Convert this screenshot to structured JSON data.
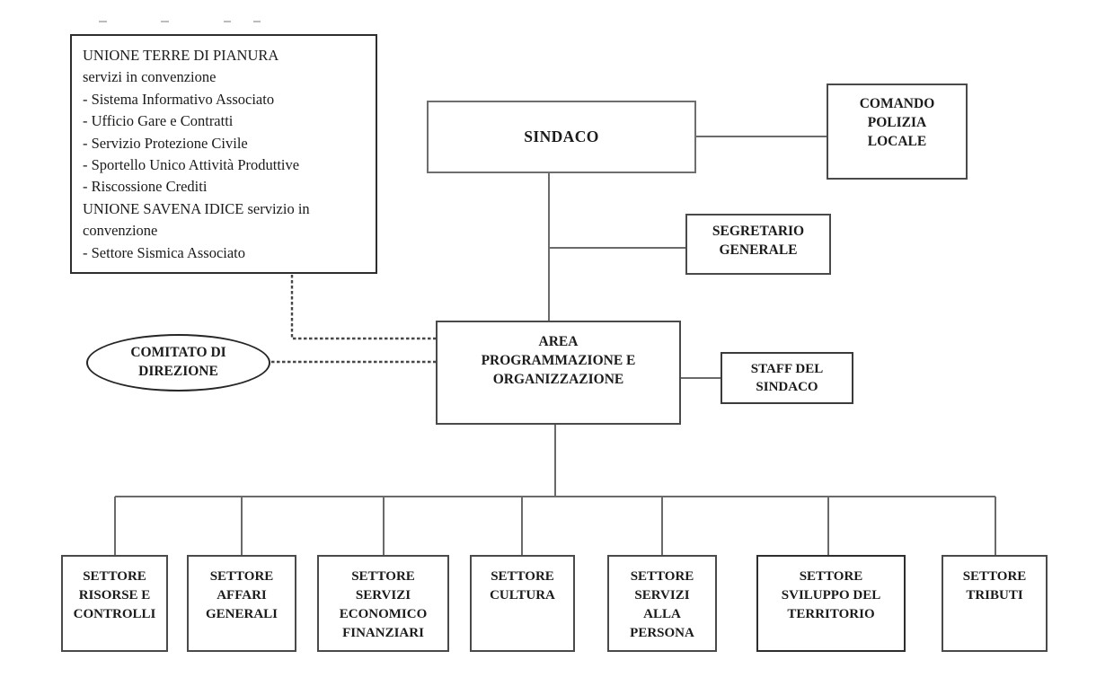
{
  "diagram": {
    "type": "org-chart",
    "unione_box": {
      "label": "UNIONE TERRE DI PIANURA\nservizi in convenzione\n- Sistema Informativo Associato\n- Ufficio Gare e Contratti\n- Servizio Protezione Civile\n- Sportello Unico Attività Produttive\n- Riscossione Crediti\nUNIONE SAVENA IDICE servizio in\nconvenzione\n- Settore Sismica Associato"
    },
    "sindaco": {
      "label": "SINDACO"
    },
    "comando_polizia": {
      "label": "COMANDO\nPOLIZIA\nLOCALE"
    },
    "segretario_generale": {
      "label": "SEGRETARIO\nGENERALE"
    },
    "area_programmazione": {
      "label": "AREA\nPROGRAMMAZIONE E\nORGANIZZAZIONE"
    },
    "staff_sindaco": {
      "label": "STAFF DEL\nSINDACO"
    },
    "comitato_direzione": {
      "label": "COMITATO DI\nDIREZIONE"
    },
    "sectors": [
      {
        "label": "SETTORE\nRISORSE E\nCONTROLLI"
      },
      {
        "label": "SETTORE\nAFFARI\nGENERALI"
      },
      {
        "label": "SETTORE\nSERVIZI\nECONOMICO\nFINANZIARI"
      },
      {
        "label": "SETTORE\nCULTURA"
      },
      {
        "label": "SETTORE\nSERVIZI\nALLA\nPERSONA"
      },
      {
        "label": "SETTORE\nSVILUPPO DEL\nTERRITORIO"
      },
      {
        "label": "SETTORE\nTRIBUTI"
      }
    ],
    "colors": {
      "solid_connector": "#6a6a6a",
      "dashed_connector": "#474747",
      "box_border": "#4a4a4a",
      "text": "#1b1b1b",
      "background": "#ffffff"
    }
  }
}
